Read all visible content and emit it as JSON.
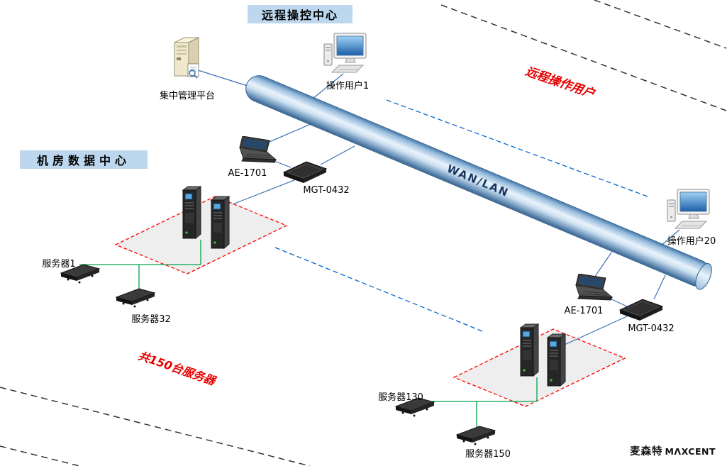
{
  "banners": {
    "remote_center": "远程操控中心",
    "datacenter": "机房数据中心"
  },
  "annotations": {
    "remote_users": "远程操作用户",
    "total_servers": "共150台服务器"
  },
  "pipe": {
    "label": "WAN/LAN"
  },
  "nodes": {
    "mgmt": {
      "label": "集中管理平台",
      "icon": "tower-server-icon"
    },
    "user1": {
      "label": "操作用户1",
      "icon": "desktop-computer-icon"
    },
    "user20": {
      "label": "操作用户20",
      "icon": "desktop-computer-icon"
    },
    "ae_left": {
      "label": "AE-1701",
      "icon": "kvm-console-laptop-icon"
    },
    "mgt_left": {
      "label": "MGT-0432",
      "icon": "kvm-switch-icon"
    },
    "ae_right": {
      "label": "AE-1701",
      "icon": "kvm-console-laptop-icon"
    },
    "mgt_right": {
      "label": "MGT-0432",
      "icon": "kvm-switch-icon"
    },
    "server1": {
      "label": "服务器1",
      "icon": "rack-server-icon"
    },
    "server32": {
      "label": "服务器32",
      "icon": "rack-server-icon"
    },
    "server130": {
      "label": "服务器130",
      "icon": "rack-server-icon"
    },
    "server150": {
      "label": "服务器150",
      "icon": "rack-server-icon"
    }
  },
  "logo": {
    "cn": "麦森特",
    "en": "MΛXCENT"
  },
  "colors": {
    "banner_bg": "#BDD7EE",
    "annotation_red": "#E60000",
    "connection_blue": "#3B6FB5",
    "server_link_green": "#00A550",
    "dashed_zone_blue": "#0066CC",
    "dashed_boundary_black": "#333333",
    "area_border_red": "#FF0000",
    "pipe_body_blue": "#6F97BD"
  }
}
